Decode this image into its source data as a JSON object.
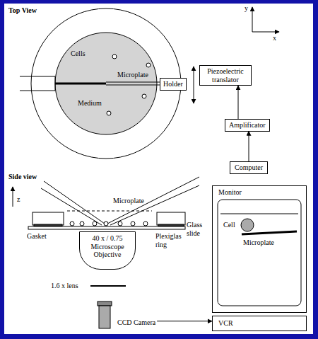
{
  "diagram": {
    "nodes": [
      {
        "text": [
          "Holder"
        ]
      },
      {
        "text": [
          "Piezoelectric translator"
        ]
      },
      {
        "text": [
          "Amplificator"
        ]
      },
      {
        "text": [
          "Computer"
        ]
      },
      {
        "text": [
          "40 x / 0.75",
          "Microscope Objective"
        ]
      },
      {
        "text": [
          "CCD Camera"
        ]
      },
      {
        "text": [
          "Monitor"
        ]
      },
      {
        "text": [
          "VCR"
        ]
      }
    ],
    "edges": [
      {
        "from": 3,
        "to": 2,
        "arrow": "to"
      },
      {
        "from": 2,
        "to": 1,
        "arrow": "to"
      },
      {
        "from": 5,
        "to": 7,
        "arrow": "to"
      }
    ],
    "labels": [
      "Top View",
      "y",
      "x",
      "Cells",
      "Microplate",
      "Medium",
      "Side view",
      "z",
      "Microplate",
      "Gasket",
      "Plexiglas ring",
      "Glass slide",
      "1.6 x lens",
      "Cell",
      "Microplate"
    ]
  }
}
